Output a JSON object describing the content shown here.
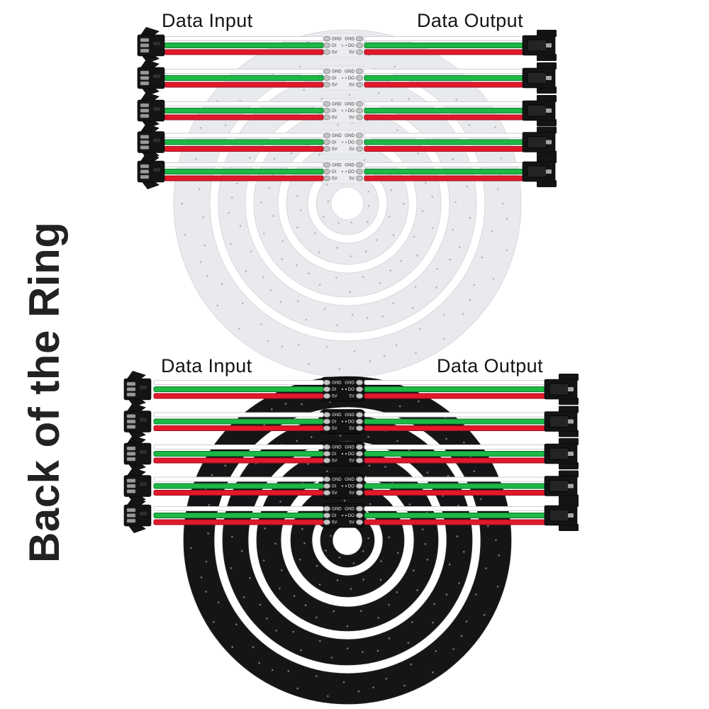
{
  "page": {
    "background": "#ffffff"
  },
  "vertical_title": {
    "text": "Back of the Ring"
  },
  "top_board": {
    "pcb_color_name": "white",
    "input_label": "Data Input",
    "output_label": "Data Output"
  },
  "bottom_board": {
    "pcb_color_name": "black",
    "input_label": "Data Input",
    "output_label": "Data Output"
  },
  "pad_labels": {
    "left": [
      "GND",
      "DI",
      "5V"
    ],
    "right": [
      "GND",
      "DO",
      "5V"
    ]
  },
  "structure": {
    "boards": 2,
    "rings_per_board": 5,
    "wire_rows_per_board": 5,
    "wires_per_row": 3,
    "connectors_per_row": 2
  },
  "wire_colors": {
    "white": "#ffffff",
    "green": "#1eb845",
    "red": "#e2182b"
  },
  "palette": {
    "pcb_white": "#e9eaed",
    "pcb_black": "#151517",
    "connector_black": "#141414",
    "pad_silver": "#c4c4c4",
    "label_text": "#151515"
  }
}
